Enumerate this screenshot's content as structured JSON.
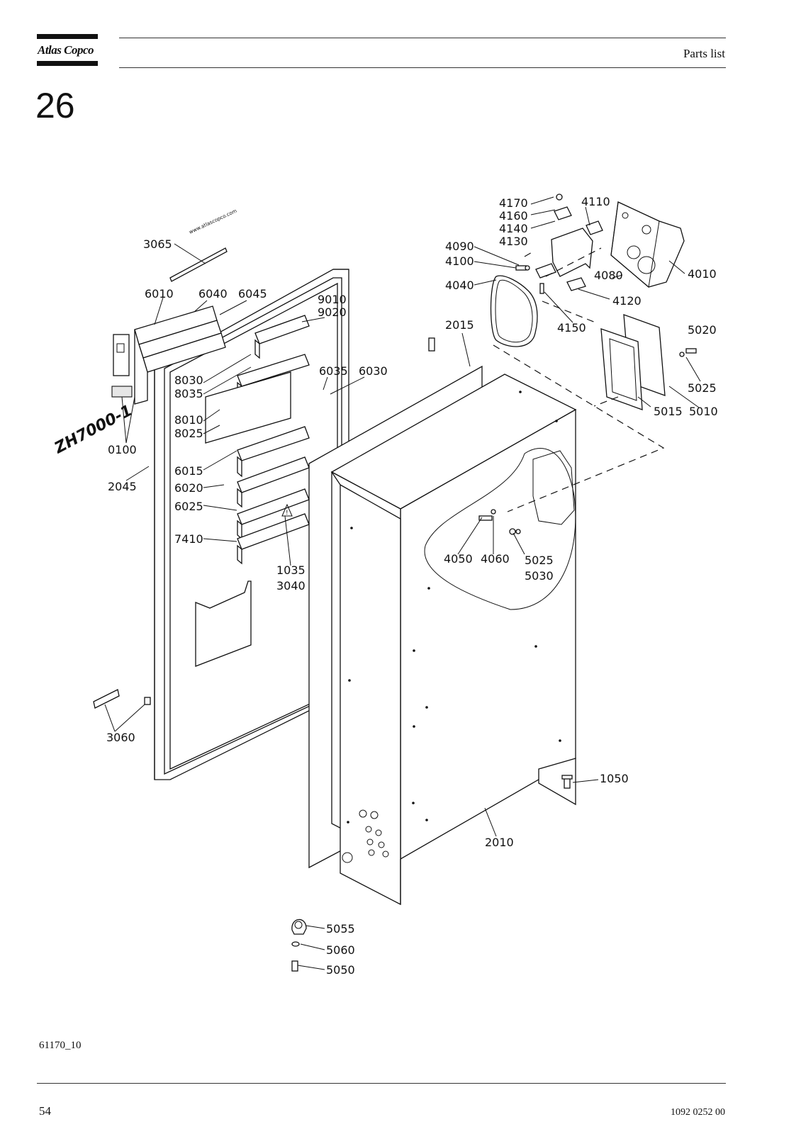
{
  "header": {
    "logo_text": "Atlas Copco",
    "section_title": "Parts list"
  },
  "chapter_number": "26",
  "diagram": {
    "model_label": "ZH7000-1",
    "web_label": "www.atlascopco.com",
    "callouts": {
      "c4170": "4170",
      "c4160": "4160",
      "c4140": "4140",
      "c4130": "4130",
      "c4110": "4110",
      "c4090": "4090",
      "c4100": "4100",
      "c4080": "4080",
      "c4010": "4010",
      "c4040": "4040",
      "c4120": "4120",
      "c4150": "4150",
      "c5020": "5020",
      "c5025a": "5025",
      "c5015": "5015",
      "c5010": "5010",
      "c3065": "3065",
      "c6010": "6010",
      "c6040": "6040",
      "c6045": "6045",
      "c9010": "9010",
      "c9020": "9020",
      "c2015": "2015",
      "c8030": "8030",
      "c8035": "8035",
      "c6035": "6035",
      "c6030": "6030",
      "c8010": "8010",
      "c8025": "8025",
      "c0100": "0100",
      "c2045": "2045",
      "c6015": "6015",
      "c6020": "6020",
      "c6025": "6025",
      "c7410": "7410",
      "c1035": "1035",
      "c3040": "3040",
      "c4050": "4050",
      "c4060": "4060",
      "c5025b": "5025",
      "c5030": "5030",
      "c3060": "3060",
      "c1050": "1050",
      "c2010": "2010",
      "c5055": "5055",
      "c5060": "5060",
      "c5050": "5050"
    }
  },
  "footer": {
    "figure_id": "61170_10",
    "page_number": "54",
    "document_number": "1092 0252 00"
  }
}
